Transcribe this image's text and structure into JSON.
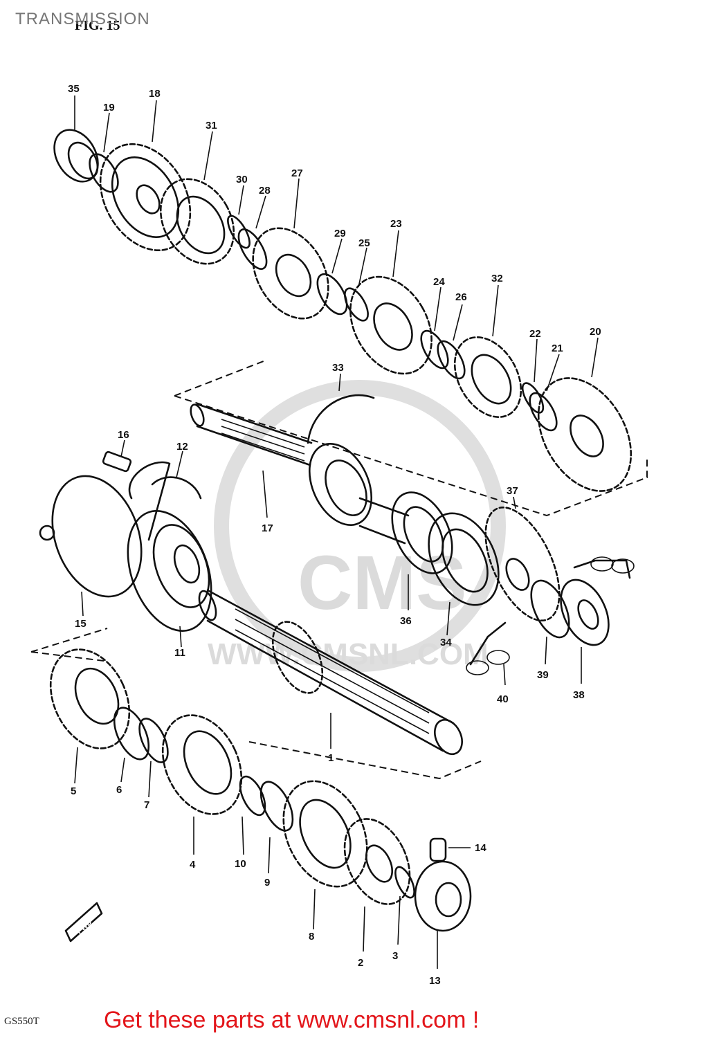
{
  "header": {
    "title": "TRANSMISSION",
    "figure_label": "FIG. 15"
  },
  "watermark": {
    "brand": "CMS",
    "url": "WWW.CMSNL.COM"
  },
  "direction_marker": "FWD",
  "model_code": "GS550T",
  "footer": {
    "cta": "Get these parts at www.cmsnl.com !"
  },
  "part_labels": [
    "1",
    "2",
    "3",
    "4",
    "5",
    "6",
    "7",
    "8",
    "9",
    "10",
    "11",
    "12",
    "13",
    "14",
    "15",
    "16",
    "17",
    "18",
    "19",
    "20",
    "21",
    "22",
    "23",
    "24",
    "25",
    "26",
    "27",
    "28",
    "29",
    "30",
    "31",
    "32",
    "33",
    "34",
    "35",
    "36",
    "37",
    "38",
    "39",
    "40"
  ],
  "colors": {
    "cta": "#e3151a",
    "header": "#777777",
    "line": "#111111",
    "watermark": "#d8d8d8"
  }
}
